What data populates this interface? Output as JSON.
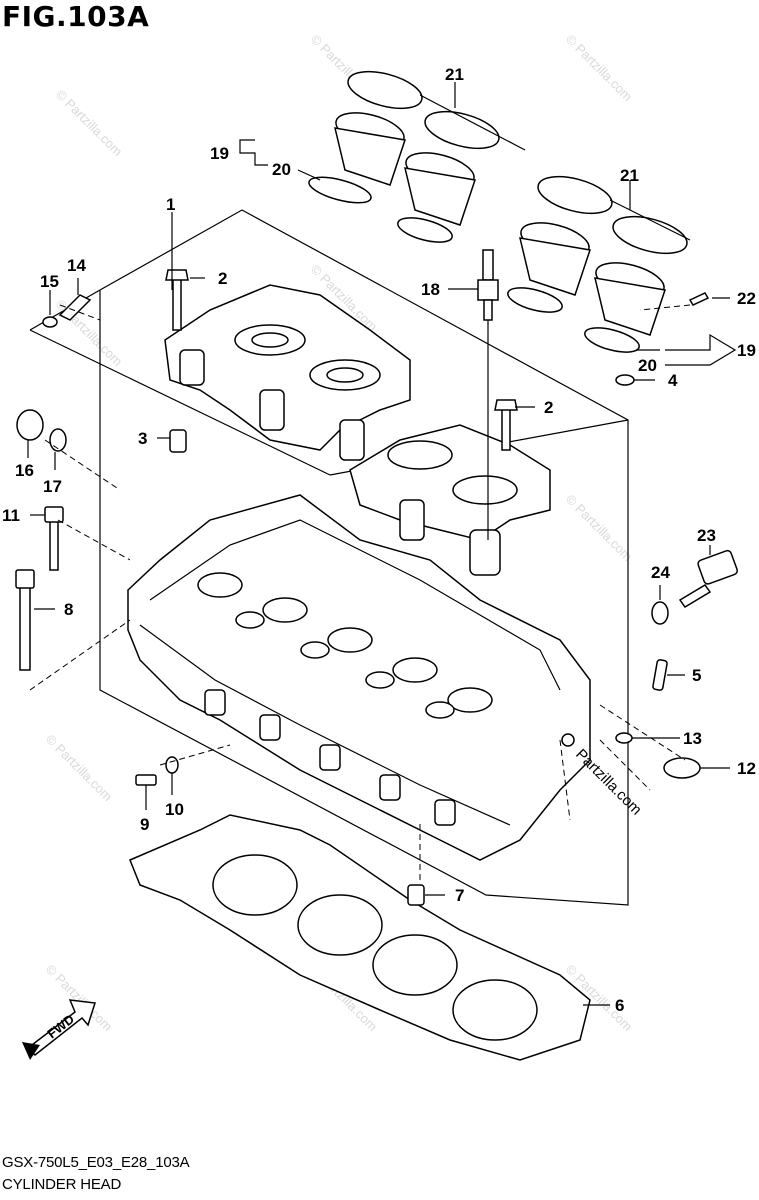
{
  "figure_title": "FIG.103A",
  "footer": {
    "model_code": "GSX-750L5_E03_E28_103A",
    "section_name": "CYLINDER HEAD"
  },
  "watermark": "© Partzilla.com",
  "center_watermark": "Partzilla.com",
  "fwd_label": "FWD",
  "callouts": {
    "c1": "1",
    "c2a": "2",
    "c2b": "2",
    "c3": "3",
    "c4": "4",
    "c5": "5",
    "c6": "6",
    "c7": "7",
    "c8": "8",
    "c9": "9",
    "c10": "10",
    "c11": "11",
    "c12": "12",
    "c13": "13",
    "c14": "14",
    "c15": "15",
    "c16": "16",
    "c17": "17",
    "c18": "18",
    "c19a": "19",
    "c19b": "19",
    "c20a": "20",
    "c20b": "20",
    "c21a": "21",
    "c21b": "21",
    "c22": "22",
    "c23": "23",
    "c24": "24"
  }
}
